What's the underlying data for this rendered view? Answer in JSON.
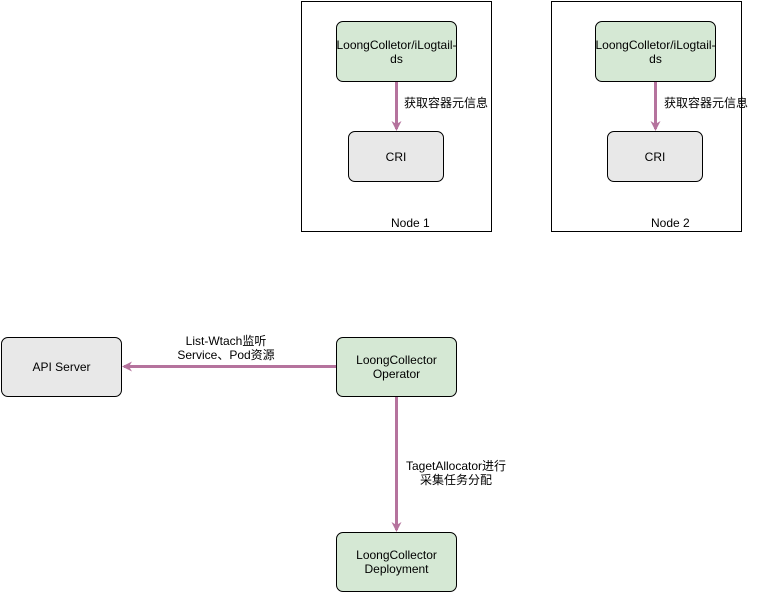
{
  "colors": {
    "edge": "#b5739d",
    "node_green": "#d5e8d4",
    "node_grey": "#e8e8e8",
    "border": "#000000"
  },
  "node1": {
    "caption": "Node 1",
    "collector": "LoongColletor/iLogtail-\nds",
    "cri": "CRI",
    "edge_label": "获取容器元信息"
  },
  "node2": {
    "caption": "Node 2",
    "collector": "LoongColletor/iLogtail-\nds",
    "cri": "CRI",
    "edge_label": "获取容器元信息"
  },
  "api_server": "API Server",
  "operator": "LoongCollector\nOperator",
  "deployment": "LoongCollector\nDeployment",
  "list_watch_label": "List-Wtach监听\nService、Pod资源",
  "allocator_label": "TagetAllocator进行\n采集任务分配"
}
